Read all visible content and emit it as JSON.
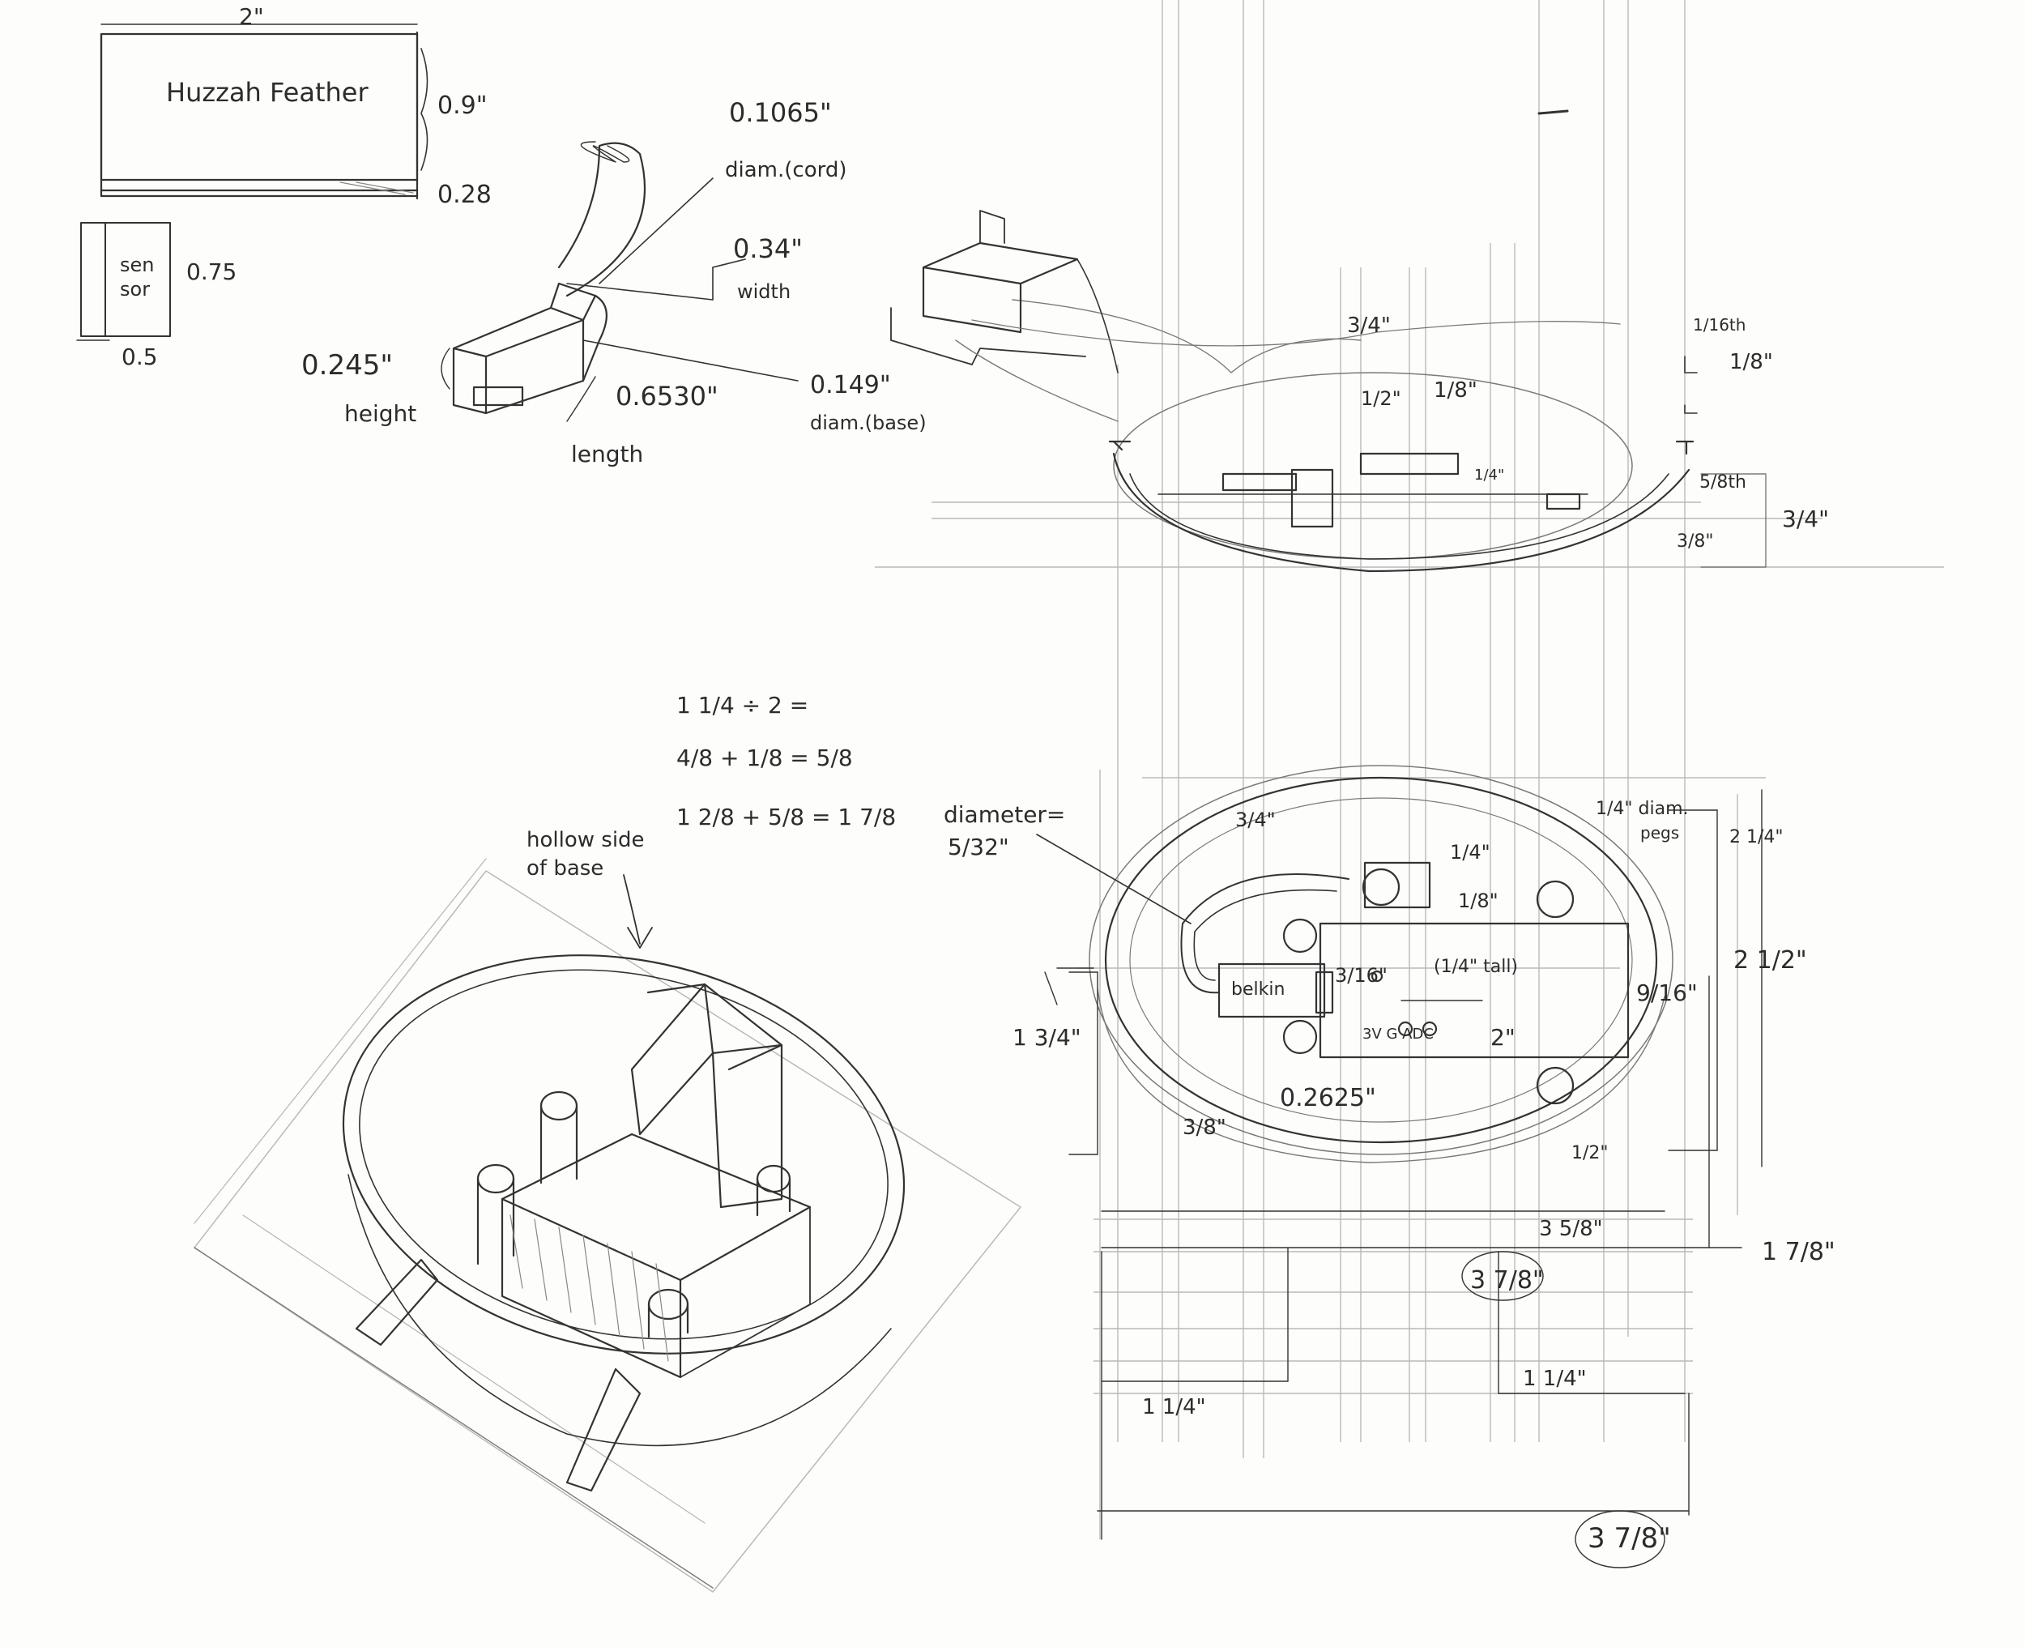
{
  "labels": {
    "board_width": "2\"",
    "board_name": "Huzzah Feather",
    "board_h1": "0.9\"",
    "board_h2": "0.28",
    "sensor_a": "sen",
    "sensor_b": "sor",
    "sensor_h": "0.75",
    "sensor_w": "0.5",
    "cord_diam_val": "0.1065\"",
    "cord_diam_lbl": "diam.(cord)",
    "plug_width_val": "0.34\"",
    "plug_width_lbl": "width",
    "plug_height_val": "0.245\"",
    "plug_height_lbl": "height",
    "plug_length_val": "0.6530\"",
    "plug_length_lbl": "length",
    "base_diam_val": "0.149\"",
    "base_diam_lbl": "diam.(base)",
    "top_3_4": "3/4\"",
    "top_1_2": "1/2\"",
    "top_1_8": "1/8\"",
    "top_1_4": "1/4\"",
    "top_1_16": "1/16th",
    "top_1_8b": "1/8\"",
    "top_5_8": "5/8th",
    "top_3_8": "3/8\"",
    "top_3_4b": "3/4\"",
    "math1": "1 1/4 ÷ 2 =",
    "math2": "4/8 + 1/8 = 5/8",
    "math3": "1 2/8 + 5/8 = 1 7/8",
    "hollow1": "hollow side",
    "hollow2": "of base",
    "diam_eq": "diameter=",
    "diam_val": "5/32\"",
    "p_3_4": "3/4\"",
    "p_1_4a": "1/4\"",
    "p_1_8": "1/8\"",
    "p_1_4_diam": "1/4\" diam.",
    "pegs": "pegs",
    "p_2_1_4": "2 1/4\"",
    "p_2_1_2": "2 1/2\"",
    "p_9_16": "9/16\"",
    "p_1_3_4": "1 3/4\"",
    "belkin": "belkin",
    "p_3_16": "3/16\"",
    "tall": "(1/4\" tall)",
    "p_2in": "2\"",
    "pins": "3V G ADC",
    "p_2625": "0.2625\"",
    "p_3_8": "3/8\"",
    "p_1_2": "1/2\"",
    "p_3_5_8": "3 5/8\"",
    "p_1_7_8": "1 7/8\"",
    "p_3_7_8a": "3 7/8\"",
    "p_1_1_4a": "1 1/4\"",
    "p_1_1_4b": "1 1/4\"",
    "p_3_7_8b": "3 7/8\""
  },
  "colors": {
    "paper": "#fdfdfb",
    "graphite": "#333333",
    "construction": "#b9b9b9"
  }
}
